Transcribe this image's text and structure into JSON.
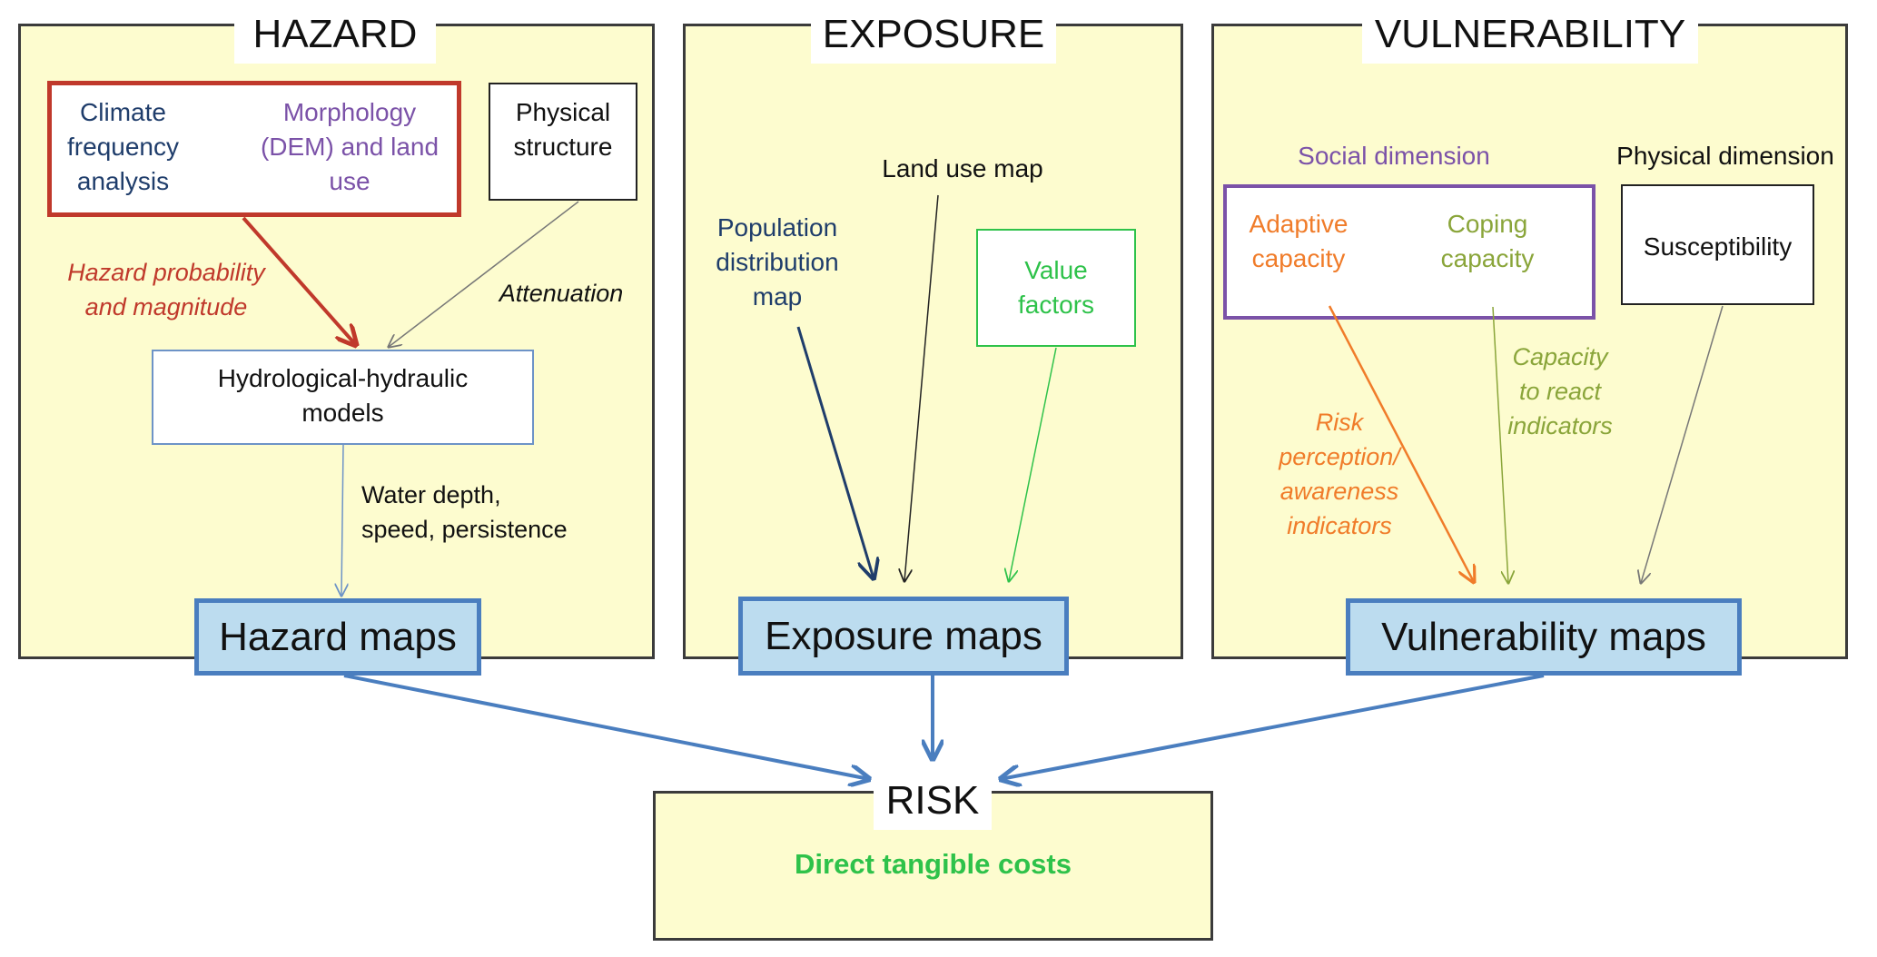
{
  "hazard": {
    "title": "HAZARD",
    "climate": "Climate\nfrequency\nanalysis",
    "morphology": "Morphology\n(DEM) and land\nuse",
    "physical_structure": "Physical\nstructure",
    "hazard_probability": "Hazard probability\nand magnitude",
    "attenuation": "Attenuation",
    "models": "Hydrological-hydraulic\nmodels",
    "water_depth": "Water depth,\nspeed, persistence",
    "maps": "Hazard maps"
  },
  "exposure": {
    "title": "EXPOSURE",
    "population": "Population\ndistribution\nmap",
    "land_use": "Land use map",
    "value_factors": "Value\nfactors",
    "maps": "Exposure maps"
  },
  "vulnerability": {
    "title": "VULNERABILITY",
    "social": "Social dimension",
    "physical": "Physical dimension",
    "adaptive": "Adaptive\ncapacity",
    "coping": "Coping\ncapacity",
    "susceptibility": "Susceptibility",
    "risk_perception": "Risk\nperception/\nawareness\nindicators",
    "capacity_react": "Capacity\nto react\nindicators",
    "maps": "Vulnerability maps"
  },
  "risk": {
    "title": "RISK",
    "direct_costs": "Direct tangible costs"
  },
  "colors": {
    "panel_fill": "#fdfccf",
    "map_fill": "#bcdcef",
    "map_border": "#4a7ebf",
    "red": "#c0392b",
    "purple": "#7b52a8",
    "navy": "#1f3d6b",
    "orange": "#f07c2a",
    "olive": "#8aa53a",
    "green": "#2ec24a"
  }
}
